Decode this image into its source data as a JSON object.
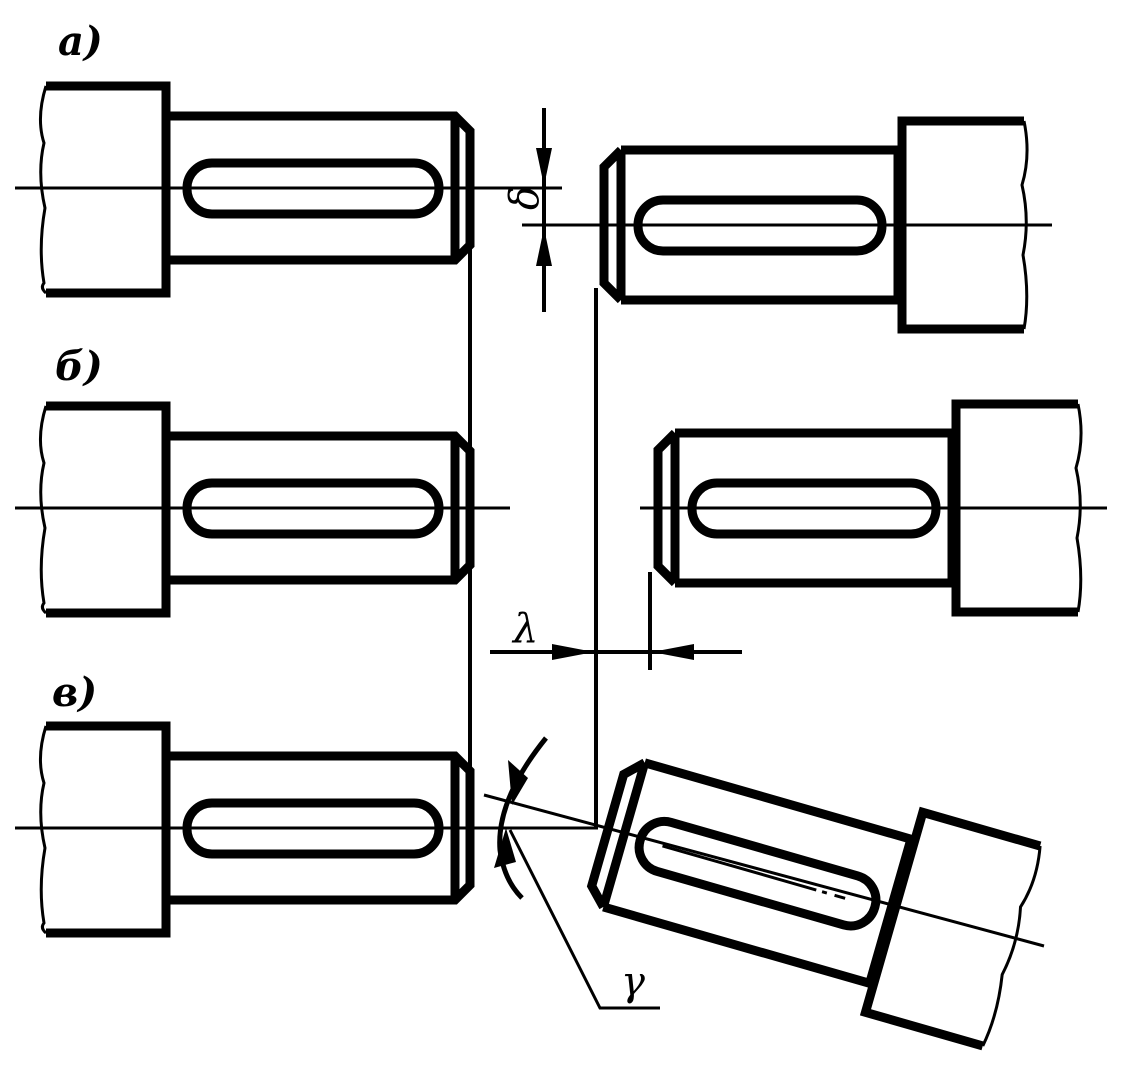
{
  "figure": {
    "labels": {
      "a": "а)",
      "b": "б)",
      "c": "в)"
    },
    "symbols": {
      "delta": "δ",
      "lambda": "λ",
      "gamma": "γ"
    },
    "colors": {
      "ink": "#000000",
      "paper": "#ffffff"
    }
  }
}
